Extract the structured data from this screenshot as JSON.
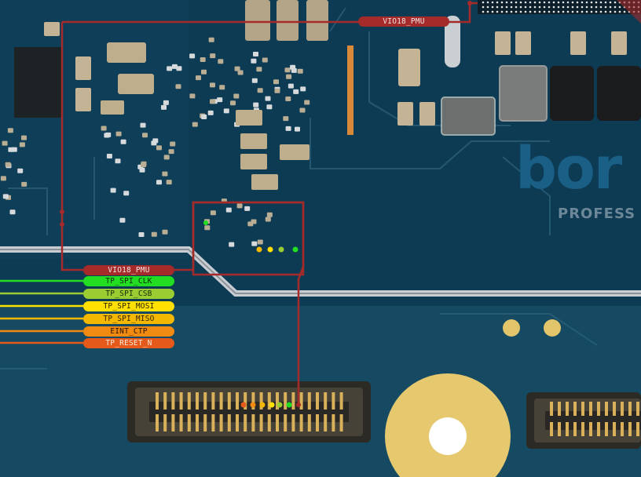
{
  "image": {
    "brand_text": "bor",
    "brand_subtext": "PROFESS"
  },
  "net_labels": {
    "vio18_top": "VIO18_PMU",
    "vio18": "VIO18_PMU",
    "tp_spi_clk": "TP_SPI_CLK",
    "tp_spi_csb": "TP_SPI_CSB",
    "tp_spi_mosi": "TP_SPI_MOSI",
    "tp_spi_miso": "TP_SPI_MISO",
    "eint_ctp": "EINT_CTP",
    "tp_reset_n": "TP_RESET_N"
  },
  "colors": {
    "board": "#0d3a52",
    "vio18": "#a52a2a",
    "tp_spi_clk": "#22dd22",
    "tp_spi_csb": "#9acd32",
    "tp_spi_mosi": "#ffe000",
    "tp_spi_miso": "#f5b800",
    "eint_ctp": "#f08a10",
    "tp_reset_n": "#e55a1a",
    "pad_gold": "#e2c46a"
  }
}
